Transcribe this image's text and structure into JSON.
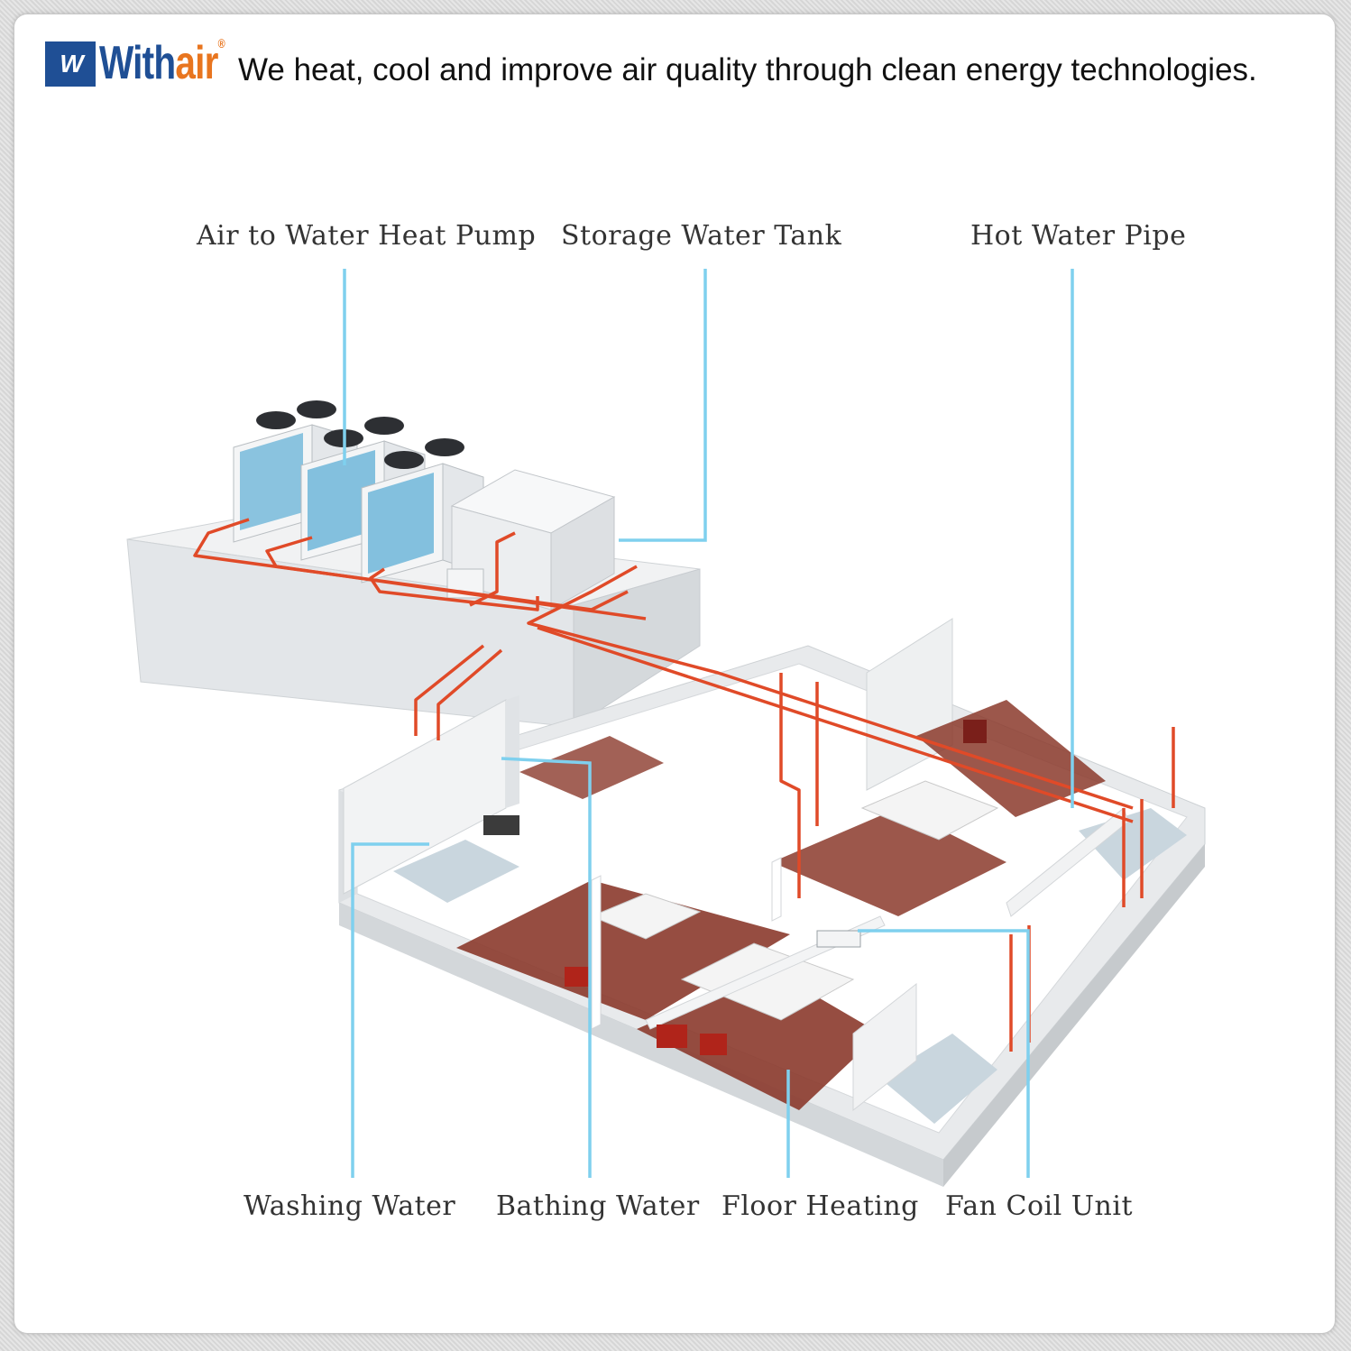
{
  "brand": {
    "logo_mark": "W",
    "logo_word_a": "With",
    "logo_word_b": "air",
    "registered": "®",
    "tagline": "We heat, cool and improve air quality through clean energy technologies."
  },
  "labels": {
    "heat_pump": "Air to Water Heat Pump",
    "storage_tank": "Storage Water Tank",
    "hot_water_pipe": "Hot Water Pipe",
    "washing_water": "Washing Water",
    "bathing_water": "Bathing Water",
    "floor_heating": "Floor Heating",
    "fan_coil": "Fan Coil Unit"
  },
  "colors": {
    "pipe": "#e04a28",
    "leader": "#7fd0ee",
    "floor": "#8b3a2c",
    "wall": "#eceef0",
    "tile": "#c9d6de",
    "unit_panel": "#6fb6d9",
    "brand_blue": "#1f4f95",
    "brand_orange": "#e8751f"
  }
}
